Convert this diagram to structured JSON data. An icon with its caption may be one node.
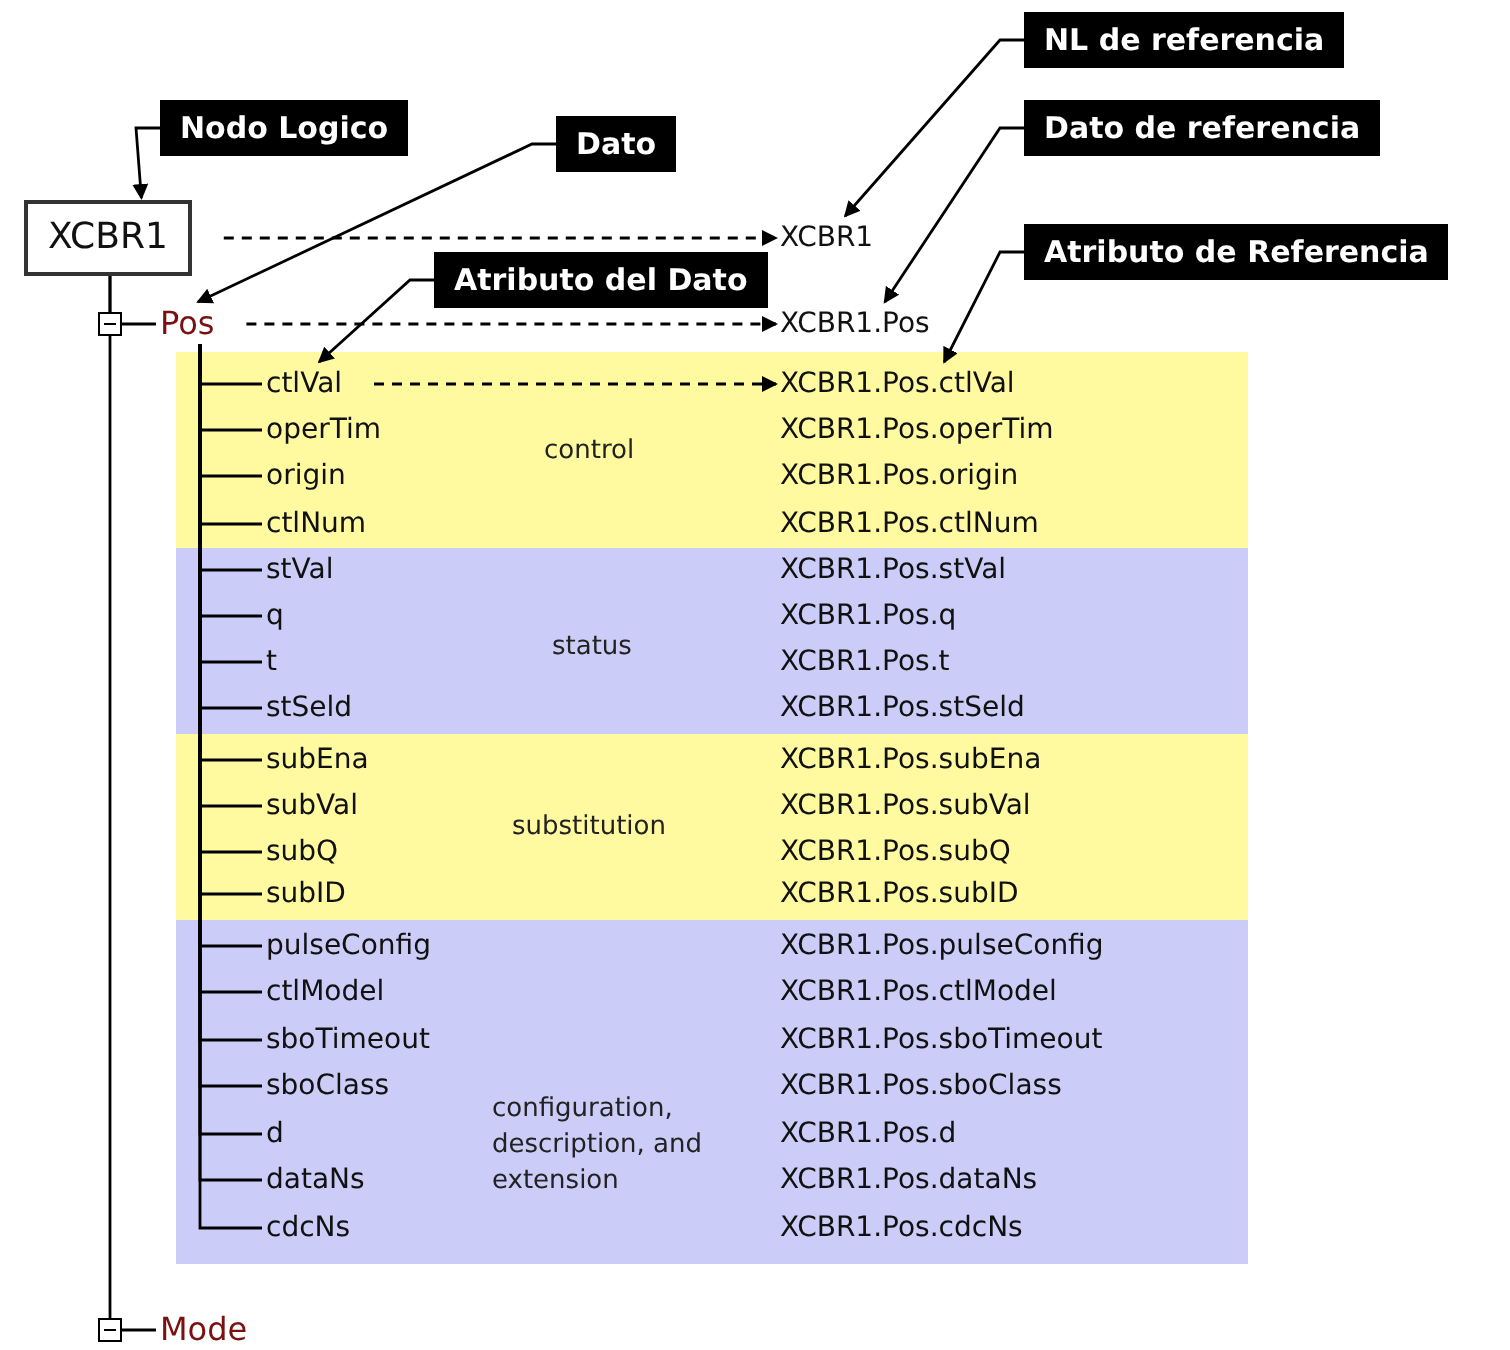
{
  "diagram": {
    "nodes": [
      {
        "text": [
          "NL de referencia"
        ]
      },
      {
        "text": [
          "Nodo Logico"
        ]
      },
      {
        "text": [
          "Dato"
        ]
      },
      {
        "text": [
          "Dato de referencia"
        ]
      },
      {
        "text": [
          "XCBR1"
        ]
      },
      {
        "text": [
          "XCBR1"
        ]
      },
      {
        "text": [
          "Atributo de Referencia"
        ]
      },
      {
        "text": [
          "Atributo del Dato"
        ]
      },
      {
        "text": [
          "Pos"
        ]
      },
      {
        "text": [
          "XCBR1.Pos"
        ]
      },
      {
        "text": [
          "control"
        ]
      },
      {
        "text": [
          "ctlVal"
        ],
        "in": 10
      },
      {
        "text": [
          "XCBR1.Pos.ctlVal"
        ],
        "in": 10
      },
      {
        "text": [
          "operTim"
        ],
        "in": 10
      },
      {
        "text": [
          "XCBR1.Pos.operTim"
        ],
        "in": 10
      },
      {
        "text": [
          "origin"
        ],
        "in": 10
      },
      {
        "text": [
          "XCBR1.Pos.origin"
        ],
        "in": 10
      },
      {
        "text": [
          "ctlNum"
        ],
        "in": 10
      },
      {
        "text": [
          "XCBR1.Pos.ctlNum"
        ],
        "in": 10
      },
      {
        "text": [
          "status"
        ]
      },
      {
        "text": [
          "stVal"
        ],
        "in": 19
      },
      {
        "text": [
          "XCBR1.Pos.stVal"
        ],
        "in": 19
      },
      {
        "text": [
          "q"
        ],
        "in": 19
      },
      {
        "text": [
          "XCBR1.Pos.q"
        ],
        "in": 19
      },
      {
        "text": [
          "t"
        ],
        "in": 19
      },
      {
        "text": [
          "XCBR1.Pos.t"
        ],
        "in": 19
      },
      {
        "text": [
          "stSeld"
        ],
        "in": 19
      },
      {
        "text": [
          "XCBR1.Pos.stSeld"
        ],
        "in": 19
      },
      {
        "text": [
          "substitution"
        ]
      },
      {
        "text": [
          "subEna"
        ],
        "in": 28
      },
      {
        "text": [
          "XCBR1.Pos.subEna"
        ],
        "in": 28
      },
      {
        "text": [
          "subVal"
        ],
        "in": 28
      },
      {
        "text": [
          "XCBR1.Pos.subVal"
        ],
        "in": 28
      },
      {
        "text": [
          "subQ"
        ],
        "in": 28
      },
      {
        "text": [
          "XCBR1.Pos.subQ"
        ],
        "in": 28
      },
      {
        "text": [
          "subID"
        ],
        "in": 28
      },
      {
        "text": [
          "XCBR1.Pos.subID"
        ],
        "in": 28
      },
      {
        "text": [
          "configuration, description, and extension"
        ]
      },
      {
        "text": [
          "pulseConfig"
        ],
        "in": 37
      },
      {
        "text": [
          "XCBR1.Pos.pulseConfig"
        ],
        "in": 37
      },
      {
        "text": [
          "ctlModel"
        ],
        "in": 37
      },
      {
        "text": [
          "XCBR1.Pos.ctlModel"
        ],
        "in": 37
      },
      {
        "text": [
          "sboTimeout"
        ],
        "in": 37
      },
      {
        "text": [
          "XCBR1.Pos.sboTimeout"
        ],
        "in": 37
      },
      {
        "text": [
          "sboClass"
        ],
        "in": 37
      },
      {
        "text": [
          "XCBR1.Pos.sboClass"
        ],
        "in": 37
      },
      {
        "text": [
          "d"
        ],
        "in": 37
      },
      {
        "text": [
          "XCBR1.Pos.d"
        ],
        "in": 37
      },
      {
        "text": [
          "dataNs"
        ],
        "in": 37
      },
      {
        "text": [
          "XCBR1.Pos.dataNs"
        ],
        "in": 37
      },
      {
        "text": [
          "cdcNs"
        ],
        "in": 37
      },
      {
        "text": [
          "XCBR1.Pos.cdcNs"
        ],
        "in": 37
      },
      {
        "text": [
          "Mode"
        ]
      }
    ],
    "edges": [
      {
        "from": 1,
        "to": 4,
        "arrow": "to"
      },
      {
        "from": 2,
        "to": 8,
        "arrow": "to"
      },
      {
        "from": 7,
        "to": 11,
        "arrow": "to"
      },
      {
        "from": 0,
        "to": 5,
        "arrow": "to"
      },
      {
        "from": 3,
        "to": 9,
        "arrow": "to"
      },
      {
        "from": 6,
        "to": 12,
        "arrow": "to"
      },
      {
        "from": 4,
        "to": 5,
        "arrow": "to",
        "style": "dashed"
      },
      {
        "from": 8,
        "to": 9,
        "arrow": "to",
        "style": "dashed"
      },
      {
        "from": 11,
        "to": 12,
        "arrow": "to",
        "style": "dashed"
      },
      {
        "from": 4,
        "to": 8,
        "arrow": "none"
      },
      {
        "from": 4,
        "to": 52,
        "arrow": "none"
      },
      {
        "from": 8,
        "to": 11,
        "arrow": "none"
      },
      {
        "from": 8,
        "to": 13,
        "arrow": "none"
      },
      {
        "from": 8,
        "to": 15,
        "arrow": "none"
      },
      {
        "from": 8,
        "to": 17,
        "arrow": "none"
      },
      {
        "from": 8,
        "to": 20,
        "arrow": "none"
      },
      {
        "from": 8,
        "to": 22,
        "arrow": "none"
      },
      {
        "from": 8,
        "to": 24,
        "arrow": "none"
      },
      {
        "from": 8,
        "to": 26,
        "arrow": "none"
      },
      {
        "from": 8,
        "to": 29,
        "arrow": "none"
      },
      {
        "from": 8,
        "to": 31,
        "arrow": "none"
      },
      {
        "from": 8,
        "to": 33,
        "arrow": "none"
      },
      {
        "from": 8,
        "to": 35,
        "arrow": "none"
      },
      {
        "from": 8,
        "to": 38,
        "arrow": "none"
      },
      {
        "from": 8,
        "to": 40,
        "arrow": "none"
      },
      {
        "from": 8,
        "to": 42,
        "arrow": "none"
      },
      {
        "from": 8,
        "to": 44,
        "arrow": "none"
      },
      {
        "from": 8,
        "to": 46,
        "arrow": "none"
      },
      {
        "from": 8,
        "to": 48,
        "arrow": "none"
      },
      {
        "from": 8,
        "to": 50,
        "arrow": "none"
      }
    ]
  }
}
